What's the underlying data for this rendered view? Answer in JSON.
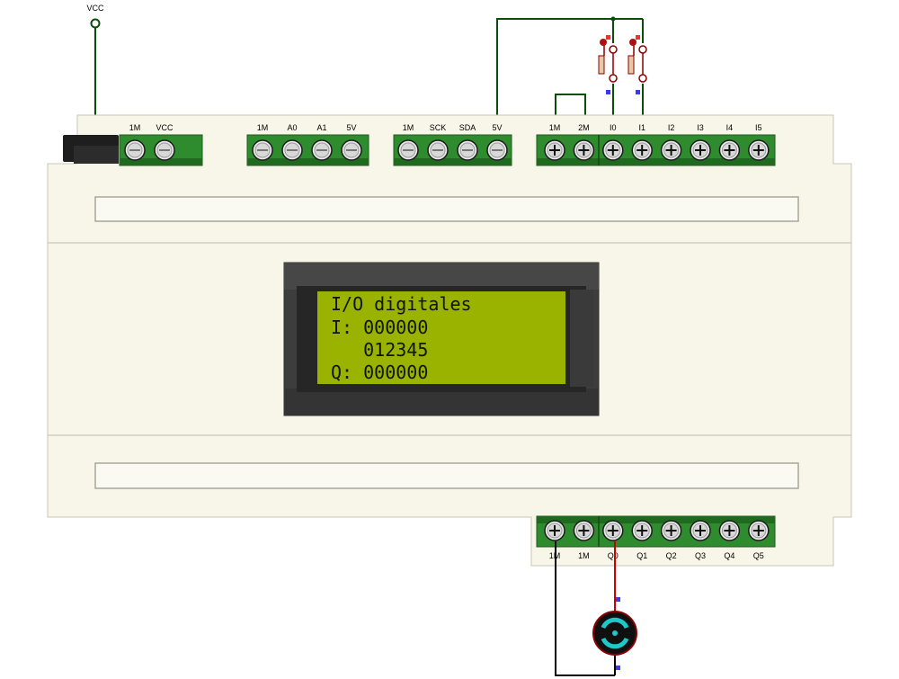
{
  "power": {
    "vcc_label": "VCC"
  },
  "top_connectors": [
    {
      "pins": [
        "1M",
        "VCC"
      ]
    },
    {
      "pins": [
        "1M",
        "A0",
        "A1",
        "5V"
      ]
    },
    {
      "pins": [
        "1M",
        "SCK",
        "SDA",
        "5V"
      ]
    },
    {
      "pins": [
        "1M",
        "2M",
        "I0",
        "I1",
        "I2",
        "I3",
        "I4",
        "I5"
      ]
    }
  ],
  "bottom_connector": {
    "pins": [
      "1M",
      "1M",
      "Q0",
      "Q1",
      "Q2",
      "Q3",
      "Q4",
      "Q5"
    ]
  },
  "lcd": {
    "line1": "I/O digitales",
    "line2": "I: 000000",
    "line3": "   012345",
    "line4": "Q: 000000"
  },
  "colors": {
    "housing": "#f8f6e8",
    "terminal_green": "#2e8b2e",
    "lcd_background": "#99b300",
    "lcd_bezel": "#3a3a3a",
    "wire": "#0b4d0b",
    "motor_accent": "#1ec8c8"
  }
}
